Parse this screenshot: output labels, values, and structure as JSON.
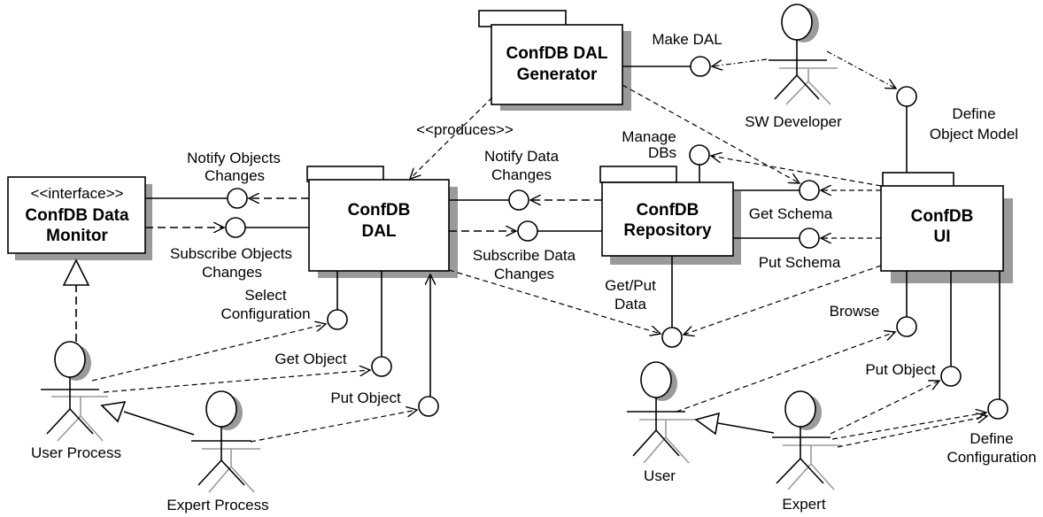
{
  "packages": {
    "generator": [
      "ConfDB DAL",
      "Generator"
    ],
    "dal": [
      "ConfDB",
      "DAL"
    ],
    "repository": [
      "ConfDB",
      "Repository"
    ],
    "ui": [
      "ConfDB",
      "UI"
    ]
  },
  "interface_box": {
    "stereotype": "<<interface>>",
    "name": [
      "ConfDB Data",
      "Monitor"
    ]
  },
  "actors": {
    "sw_developer": "SW Developer",
    "user_process": "User Process",
    "expert_process": "Expert Process",
    "user": "User",
    "expert": "Expert"
  },
  "interfaces": {
    "make_dal": "Make DAL",
    "produces": "<<produces>>",
    "define_object_model": [
      "Define",
      "Object Model"
    ],
    "manage_dbs": [
      "Manage",
      "DBs"
    ],
    "notify_objects_changes": [
      "Notify Objects",
      "Changes"
    ],
    "subscribe_objects_changes": [
      "Subscribe Objects",
      "Changes"
    ],
    "notify_data_changes": [
      "Notify Data",
      "Changes"
    ],
    "subscribe_data_changes": [
      "Subscribe Data",
      "Changes"
    ],
    "get_schema": "Get Schema",
    "put_schema": "Put Schema",
    "get_put_data": [
      "Get/Put",
      "Data"
    ],
    "select_configuration": [
      "Select",
      "Configuration"
    ],
    "get_object": "Get Object",
    "put_object_dal": "Put Object",
    "browse": "Browse",
    "put_object_ui": "Put Object",
    "define_configuration": [
      "Define",
      "Configuration"
    ]
  }
}
